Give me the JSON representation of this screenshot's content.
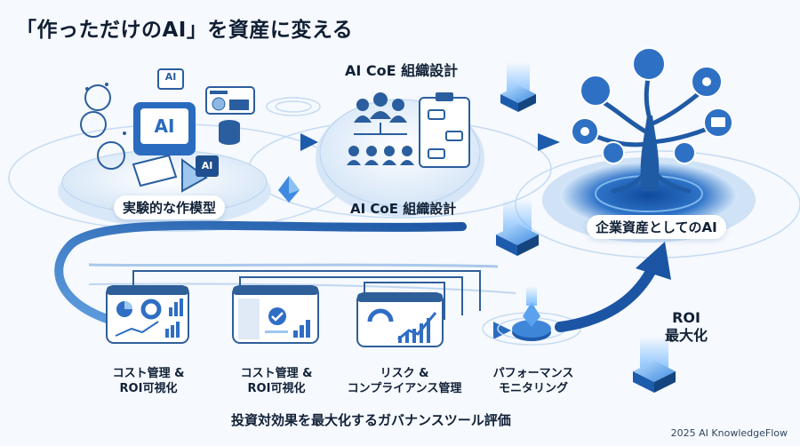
{
  "title": "「作っただけのAI」を資産に変える",
  "top_center_heading": "AI CoE 組織設計",
  "nodes": {
    "prototype": "実験的な作模型",
    "coe": "AI CoE 組織設計",
    "asset": "企業資産としてのAI"
  },
  "icon_badges": {
    "ai": "AI"
  },
  "tools": [
    {
      "label": "コスト管理 &\nROI可視化"
    },
    {
      "label": "コスト管理 &\nROI可視化"
    },
    {
      "label": "リスク &\nコンプライアンス管理"
    },
    {
      "label": "パフォーマンス\nモニタリング"
    }
  ],
  "roi": "ROI\n最大化",
  "bottom_caption": "投資対効果を最大化するガバナンスツール評価",
  "credit": "2025 AI KnowledgeFlow",
  "colors": {
    "primary": "#1f5fae",
    "light": "#9cc7f0",
    "dark": "#123a6b"
  }
}
